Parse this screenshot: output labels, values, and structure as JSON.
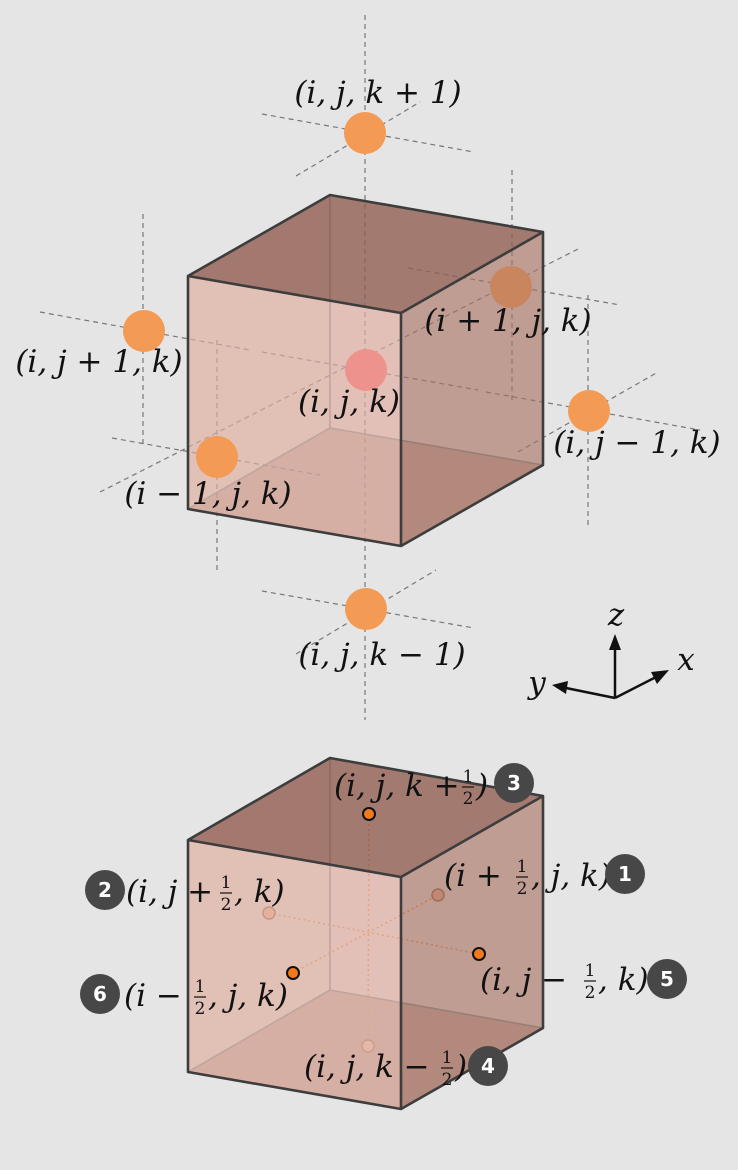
{
  "top_diagram": {
    "cell_labels": {
      "center": "(i, j, k)",
      "top": "(i, j, k + 1)",
      "bottom": "(i, j, k − 1)",
      "front_left": "(i − 1, j, k)",
      "back_right": "(i + 1, j, k)",
      "left": "(i, j + 1, k)",
      "right": "(i, j − 1, k)"
    },
    "axes": {
      "z": "z",
      "x": "x",
      "y": "y"
    }
  },
  "bottom_diagram": {
    "faces": [
      {
        "num": "1",
        "pre": "(i + ",
        "frac_num": "1",
        "frac_den": "2",
        "post": ", j, k)"
      },
      {
        "num": "2",
        "pre": "(i, j + ",
        "frac_num": "1",
        "frac_den": "2",
        "post": ", k)"
      },
      {
        "num": "3",
        "pre": "(i, j, k + ",
        "frac_num": "1",
        "frac_den": "2",
        "post": ")"
      },
      {
        "num": "4",
        "pre": "(i, j, k − ",
        "frac_num": "1",
        "frac_den": "2",
        "post": ")"
      },
      {
        "num": "5",
        "pre": "(i, j − ",
        "frac_num": "1",
        "frac_den": "2",
        "post": ", k)"
      },
      {
        "num": "6",
        "pre": "(i − ",
        "frac_num": "1",
        "frac_den": "2",
        "post": ", j, k)"
      }
    ]
  },
  "colors": {
    "background": "#e5e5e5",
    "cube_face": "#d4a99c",
    "cube_top": "#8f5d52",
    "neighbor_point": "#f39a55",
    "center_point": "#ff5a5f",
    "face_point": "#f07a1c",
    "badge": "#474747"
  }
}
